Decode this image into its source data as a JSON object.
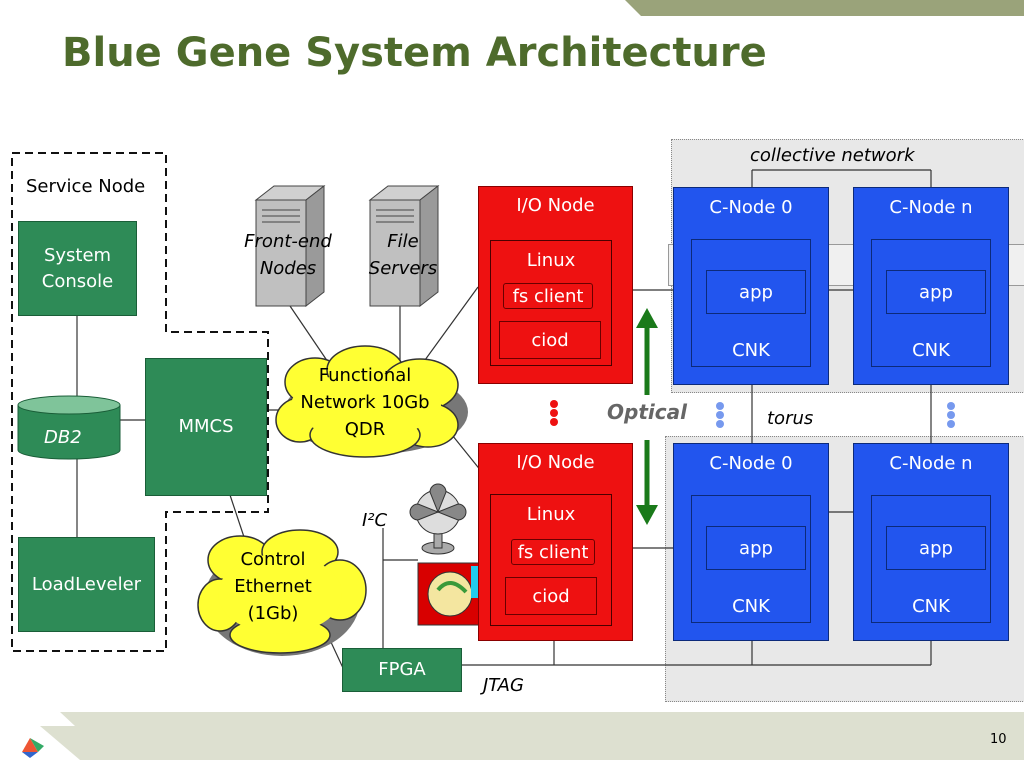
{
  "title": "Blue Gene System Architecture",
  "page_number": "10",
  "service_node": {
    "label": "Service Node",
    "system_console": "System Console",
    "db": "DB2",
    "loadleveler": "LoadLeveler",
    "mmcs": "MMCS"
  },
  "front_end": "Front-end Nodes",
  "file_servers": "File Servers",
  "functional_network": "Functional Network 10Gb QDR",
  "control_ethernet": "Control Ethernet (1Gb)",
  "fpga": "FPGA",
  "i2c": "I²C",
  "jtag": "JTAG",
  "optical": "Optical",
  "torus": "torus",
  "collective_network": "collective network",
  "io_nodes": [
    {
      "title": "I/O Node",
      "os": "Linux",
      "client": "fs client",
      "daemon": "ciod"
    },
    {
      "title": "I/O Node",
      "os": "Linux",
      "client": "fs client",
      "daemon": "ciod"
    }
  ],
  "compute_nodes": [
    {
      "title": "C-Node 0",
      "app": "app",
      "kernel": "CNK"
    },
    {
      "title": "C-Node n",
      "app": "app",
      "kernel": "CNK"
    },
    {
      "title": "C-Node 0",
      "app": "app",
      "kernel": "CNK"
    },
    {
      "title": "C-Node n",
      "app": "app",
      "kernel": "CNK"
    }
  ],
  "colors": {
    "title_green": "#4e6b2c",
    "service_green": "#2e8b57",
    "io_red": "#ee1111",
    "compute_blue": "#2255ee",
    "cloud_yellow": "#ffff33",
    "optical_arrow": "#1a7a1a"
  }
}
